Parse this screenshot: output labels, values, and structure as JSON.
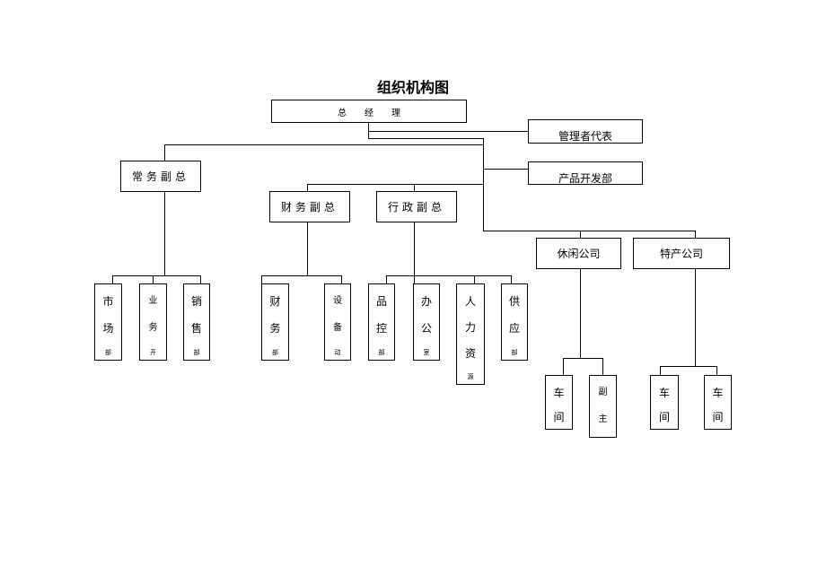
{
  "title": "组织机构图",
  "general_manager": [
    "总",
    "经",
    "理"
  ],
  "mgmt_rep": "管理者代表",
  "product_dev": "产品开发部",
  "vp_exec": "常务副总",
  "vp_finance": "财务副总",
  "vp_admin": "行政副总",
  "leisure_co": "休闲公司",
  "specialty_co": "特产公司",
  "departments": {
    "market": [
      "市",
      "场",
      "部"
    ],
    "biz": [
      "业",
      "务",
      "开"
    ],
    "sales": [
      "销",
      "售",
      "部"
    ],
    "finance": [
      "财",
      "务",
      "部"
    ],
    "equipment": [
      "设",
      "备",
      "动"
    ],
    "qc": [
      "品",
      "控",
      "部"
    ],
    "office": [
      "办",
      "公",
      "室"
    ],
    "hr": [
      "人",
      "力",
      "资",
      "源"
    ],
    "supply": [
      "供",
      "应",
      "部"
    ],
    "workshop1": [
      "车",
      "间"
    ],
    "vice_mgr": [
      "副",
      "主"
    ],
    "workshop2": [
      "车",
      "间"
    ],
    "workshop3": [
      "车",
      "间"
    ]
  }
}
